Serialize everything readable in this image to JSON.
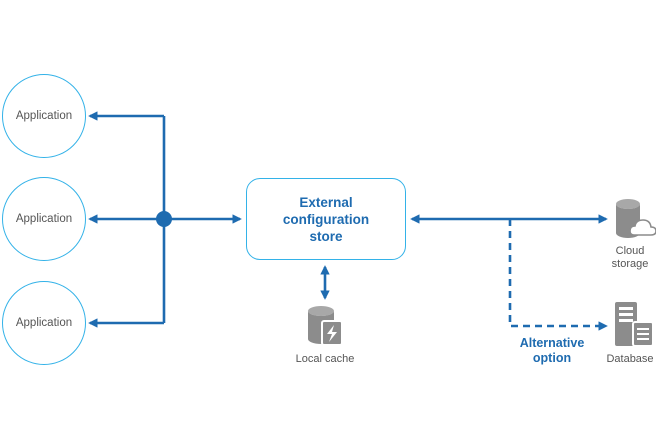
{
  "applications": [
    {
      "label": "Application"
    },
    {
      "label": "Application"
    },
    {
      "label": "Application"
    }
  ],
  "config_store": {
    "label": "External\nconfiguration\nstore"
  },
  "local_cache": {
    "label": "Local cache",
    "icon": "database-bolt-icon"
  },
  "cloud_storage": {
    "label": "Cloud\nstorage",
    "icon": "database-cloud-icon"
  },
  "database": {
    "label": "Database",
    "icon": "server-document-icon"
  },
  "alternative": {
    "label": "Alternative\noption"
  },
  "colors": {
    "connector": "#1e6bb0",
    "node_border": "#33b2e8",
    "icon_gray": "#8c8c8c",
    "text_gray": "#555555"
  }
}
